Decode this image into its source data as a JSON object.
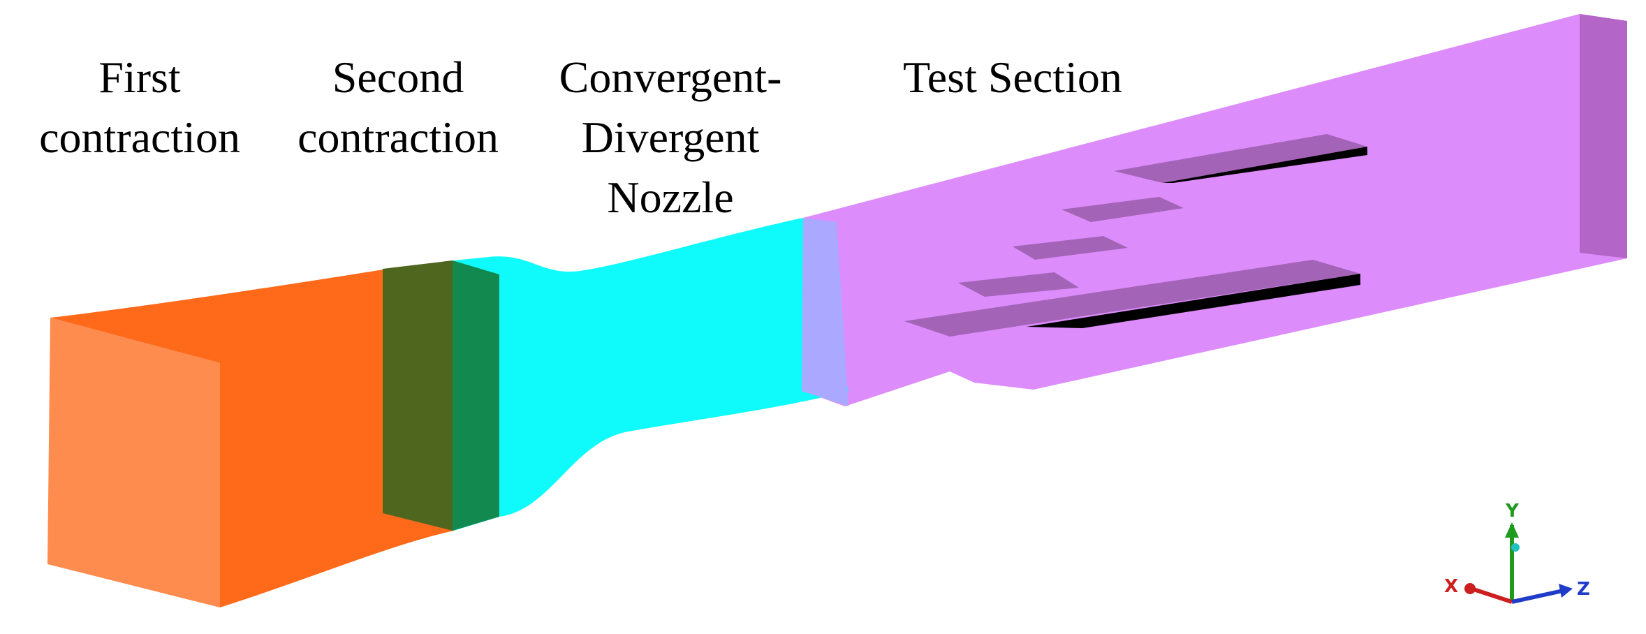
{
  "labels": {
    "first_contraction": [
      "First",
      "contraction"
    ],
    "second_contraction": [
      "Second",
      "contraction"
    ],
    "convergent_divergent_nozzle": [
      "Convergent-",
      "Divergent",
      "Nozzle"
    ],
    "test_section": [
      "Test Section"
    ]
  },
  "axes": {
    "x": "X",
    "y": "Y",
    "z": "Z"
  },
  "colors": {
    "first_contraction_front": "#ff8c4f",
    "first_contraction_side": "#ff6a1a",
    "second_contraction_dark": "#4f661f",
    "second_contraction_green": "#128a4f",
    "nozzle": "#0ffbfb",
    "nozzle_interface": "#aaa8ff",
    "test_section": "#dd8cfb",
    "test_section_end": "#b465c8",
    "airfoil": "#a363b6",
    "airfoil_shadow": "#000000",
    "axis_x": "#cc1f1f",
    "axis_y": "#1e9a1e",
    "axis_z": "#1f3cc8"
  }
}
